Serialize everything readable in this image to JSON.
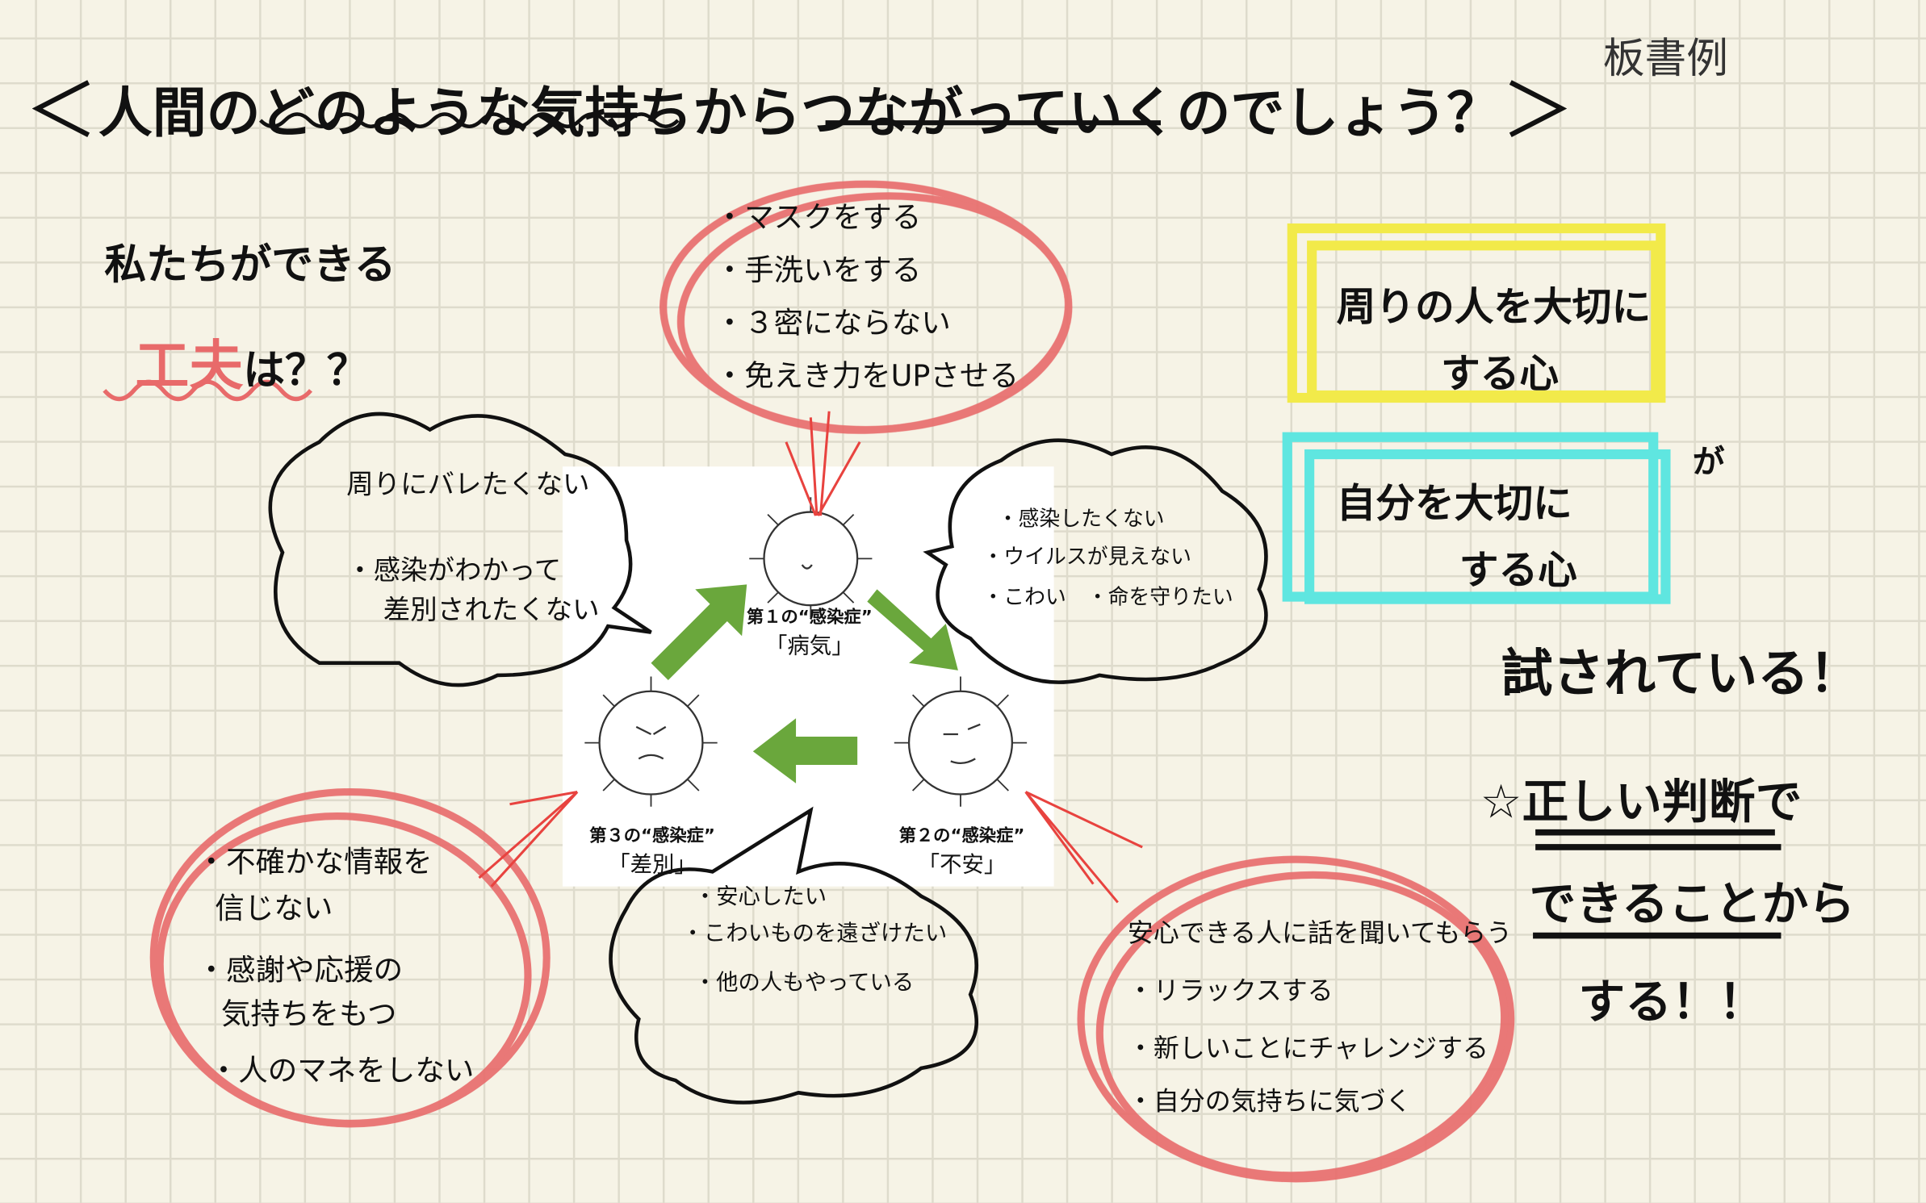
{
  "title": {
    "open": "＜",
    "text": "人間のどのような気持ちからつながっていくのでしょう？",
    "close": "＞"
  },
  "board_label": "板書例",
  "question": {
    "line1": "私たちができる",
    "key": "工夫",
    "rest": "は？？"
  },
  "top_circle": {
    "items": [
      "・マスクをする",
      "・手洗いをする",
      "・３密にならない",
      "・免えき力をUPさせる"
    ]
  },
  "left_cloud": {
    "items": [
      "周りにバレたくない",
      "・感染がわかって",
      "差別されたくない"
    ]
  },
  "right_cloud": {
    "items": [
      "・感染したくない",
      "・ウイルスが見えない",
      "・こわい　・命を守りたい"
    ]
  },
  "bottom_cloud": {
    "items": [
      "・安心したい",
      "・こわいものを遠ざけたい",
      "・他の人もやっている"
    ]
  },
  "bl_circle": {
    "items": [
      "・不確かな情報を",
      "信じない",
      "・感謝や応援の",
      "気持ちをもつ",
      "・人のマネをしない"
    ]
  },
  "br_circle": {
    "items": [
      "安心できる人に話を聞いてもらう",
      "・リラックスする",
      "・新しいことにチャレンジする",
      "・自分の気持ちに気づく"
    ]
  },
  "diagram": {
    "stage1": {
      "num": "第１の“感染症”",
      "name": "「病気」"
    },
    "stage2": {
      "num": "第２の“感染症”",
      "name": "「不安」"
    },
    "stage3": {
      "num": "第３の“感染症”",
      "name": "「差別」"
    }
  },
  "yellow_box": {
    "line1": "周りの人を大切に",
    "line2": "する心"
  },
  "cyan_box": {
    "line1": "自分を大切に",
    "line2": "する心"
  },
  "ga": "が",
  "tested": "試されている！",
  "conclusion": {
    "star": "☆",
    "line1": "正しい判断で",
    "line2": "できることから",
    "line3": "する！！"
  },
  "colors": {
    "red": "#e86a6a",
    "yellow": "#f2ea4a",
    "cyan": "#5fe6e0",
    "green": "#6aa73c",
    "paper": "#f6f3e6"
  }
}
